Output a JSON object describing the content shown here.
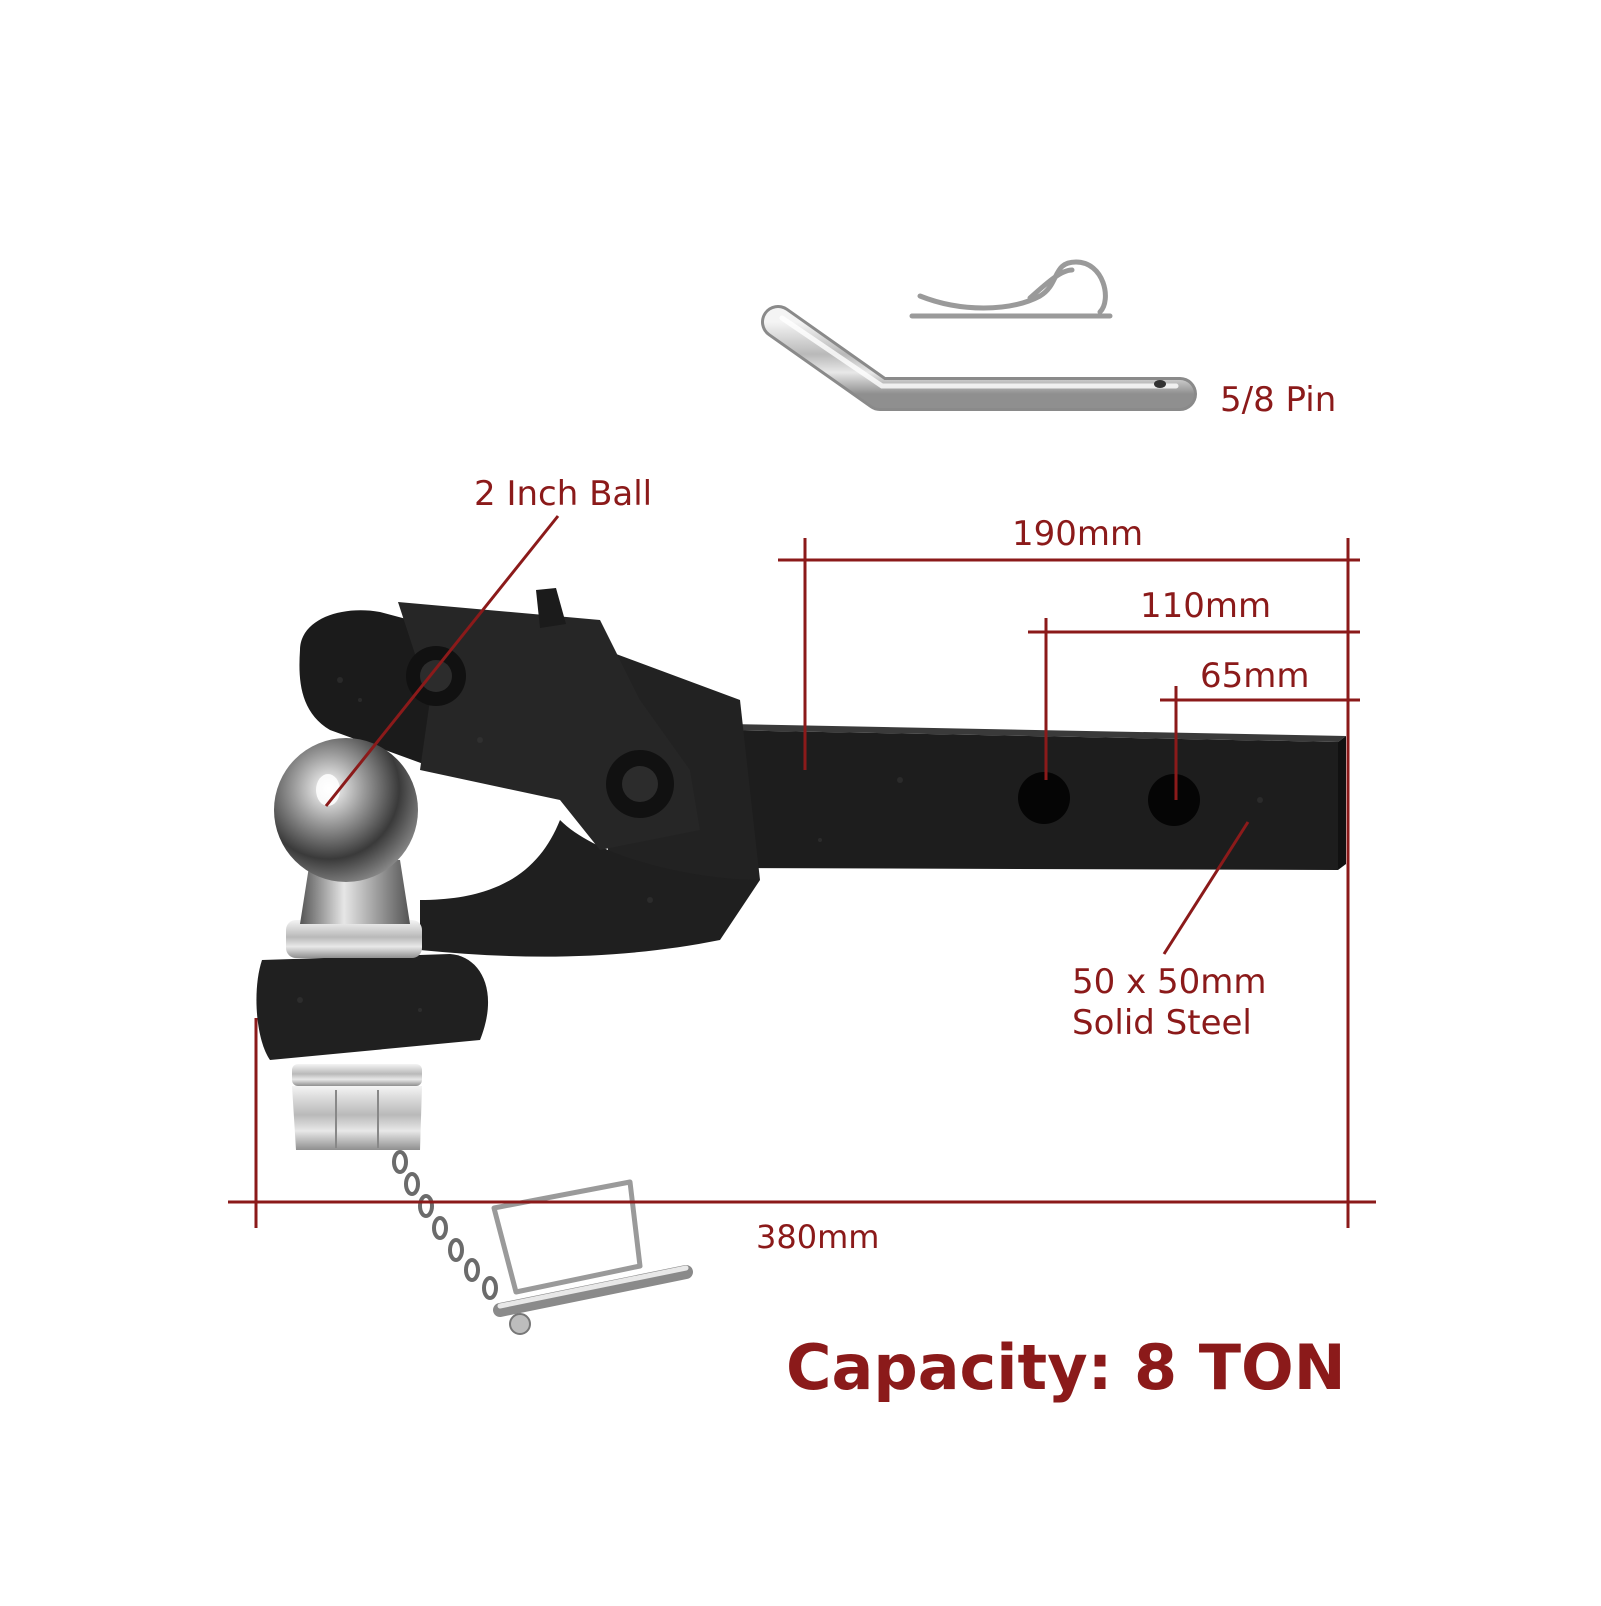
{
  "colors": {
    "label": "#8b1a1a",
    "dimension_line": "#8b1a1a",
    "steel_body": "#1c1c1c",
    "chrome": "#c9c9c9"
  },
  "labels": {
    "pin": "5/8 Pin",
    "ball": "2 Inch Ball",
    "dim_190": "190mm",
    "dim_110": "110mm",
    "dim_65": "65mm",
    "dim_380": "380mm",
    "steel_line1": "50 x 50mm",
    "steel_line2": "Solid Steel",
    "capacity": "Capacity: 8 TON"
  },
  "icons": {
    "hitch": "pintle-hitch-icon",
    "pin": "hitch-pin-icon",
    "clip": "r-clip-icon",
    "lock_pin": "lock-pin-icon",
    "chain": "chain-icon"
  }
}
